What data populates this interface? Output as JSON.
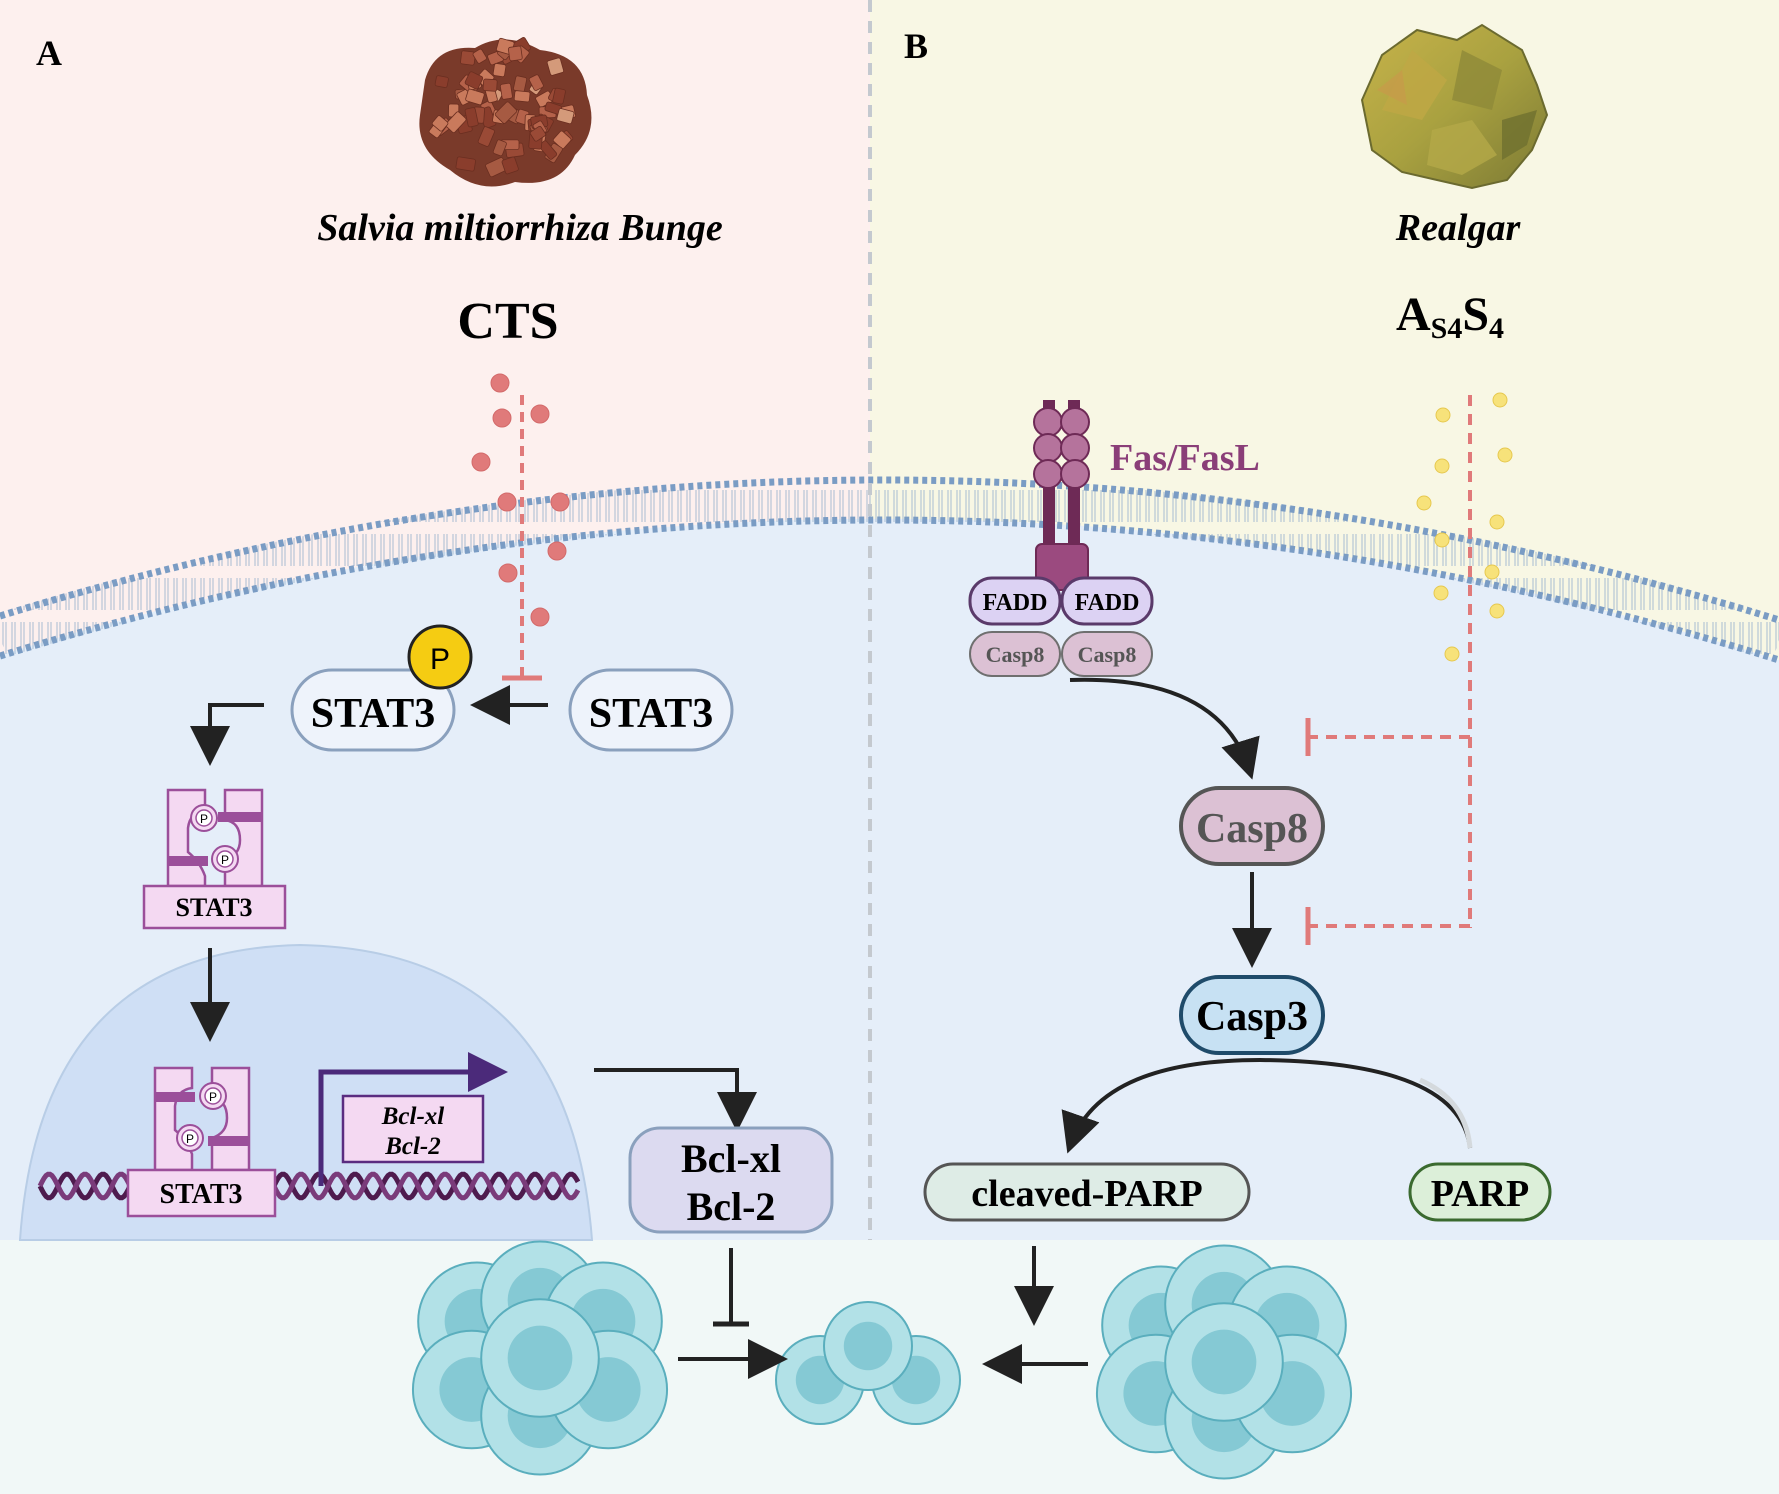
{
  "panels": {
    "a": {
      "label": "A",
      "source_name": "Salvia miltiorrhiza Bunge",
      "compound": "CTS",
      "stat3_inactive": "STAT3",
      "stat3_phospho": "STAT3",
      "phospho_badge": "P",
      "dimer_label": "STAT3",
      "p_small": "P",
      "nuclear_label": "STAT3",
      "genes": [
        "Bcl-xl",
        "Bcl-2"
      ],
      "proteins": [
        "Bcl-xl",
        "Bcl-2"
      ]
    },
    "b": {
      "label": "B",
      "source_name": "Realgar",
      "compound_base": "A",
      "compound_sub1": "S4",
      "compound_mid": "S",
      "compound_sub2": "4",
      "receptor": "Fas/FasL",
      "fadd": [
        "FADD",
        "FADD"
      ],
      "casp8_small": [
        "Casp8",
        "Casp8"
      ],
      "casp8": "Casp8",
      "casp3": "Casp3",
      "cleaved_parp": "cleaved-PARP",
      "parp": "PARP"
    }
  },
  "colors": {
    "panel_a_bg": "#fdf0ee",
    "panel_b_bg": "#f8f7e4",
    "cytoplasm": "#e5eef9",
    "bottom_bg": "#f1f8f7",
    "inhibit": "#e07a7a",
    "cts_dot": "#e07a7a",
    "as_dot": "#f7e27a",
    "stat3_purple": "#9b4f9a",
    "receptor": "#9b4a7f",
    "casp8_fill": "#dcc1d4",
    "casp3_fill": "#c7e1f3",
    "cell_fill": "#a9dde3"
  }
}
